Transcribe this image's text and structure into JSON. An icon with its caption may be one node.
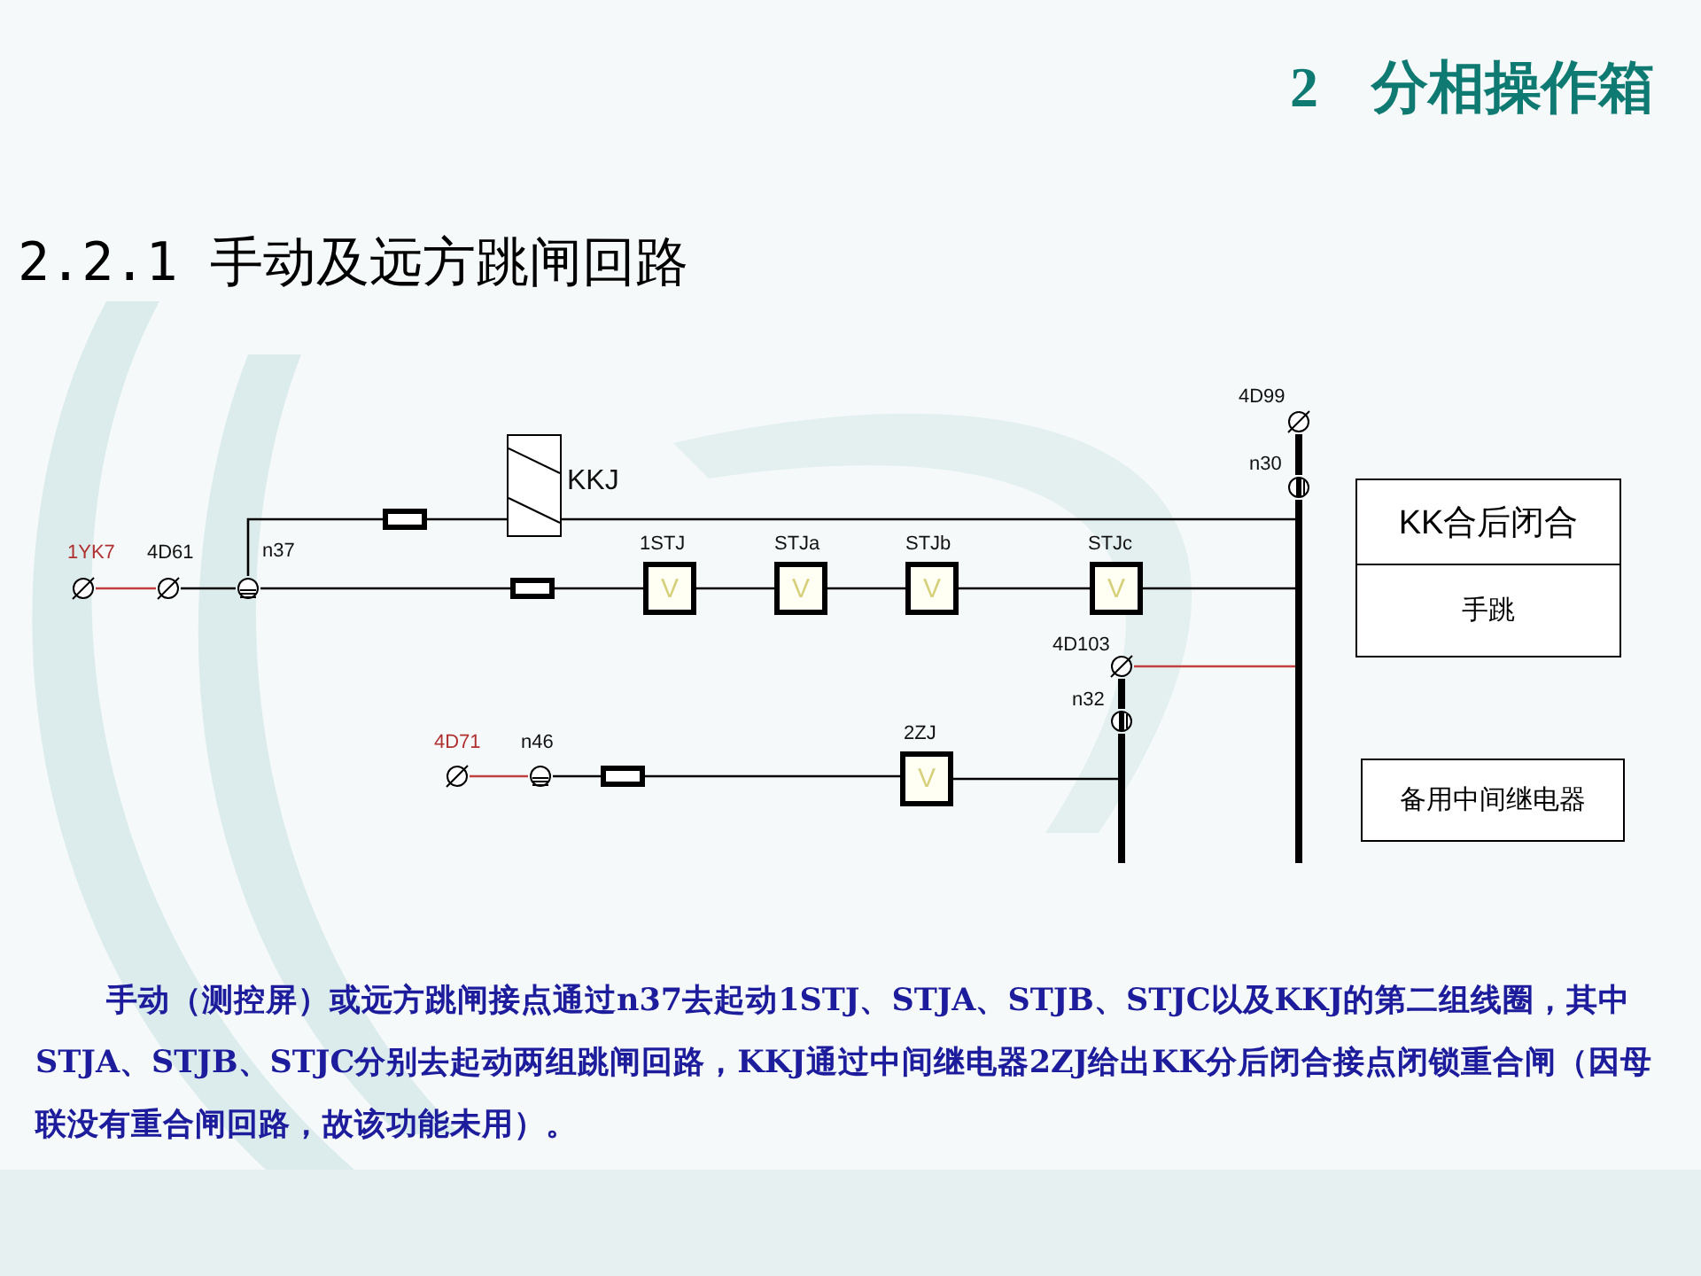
{
  "diagram": {
    "title": "2 分相操作箱",
    "caption": "手动（测控屏）或远方跳闸接点通过n37去起动1STJ、STJA、STJB、STJC以及KKJ的第二组线圈，其中STJA、STJB、STJC分别去起动两组跳闸回路，KKJ通过中间继电器2ZJ给出KK分后闭合接点闭锁重合闸（因母联没有重合闸回路，故该功能未用）。",
    "nodes": [
      {
        "text": [],
        "shape": "circle",
        "beside": [
          "1YK7"
        ]
      },
      {
        "text": [],
        "shape": "circle",
        "beside": [
          "4D61"
        ]
      },
      {
        "text": [],
        "shape": "circle",
        "beside": [
          "n37"
        ]
      },
      {
        "text": [],
        "shape": "box"
      },
      {
        "text": [],
        "shape": "box",
        "beside": [
          "KKJ"
        ]
      },
      {
        "text": [],
        "shape": "box"
      },
      {
        "text": [
          "V"
        ],
        "beside": [
          "1STJ"
        ]
      },
      {
        "text": [
          "V"
        ],
        "beside": [
          "STJa"
        ]
      },
      {
        "text": [
          "V"
        ],
        "beside": [
          "STJb"
        ]
      },
      {
        "text": [
          "V"
        ],
        "beside": [
          "STJc"
        ]
      },
      {
        "text": [],
        "shape": "bar"
      },
      {
        "text": [],
        "shape": "circle",
        "beside": [
          "4D99"
        ]
      },
      {
        "text": [],
        "shape": "circle",
        "beside": [
          "n30"
        ]
      },
      {
        "text": [],
        "shape": "circle",
        "beside": [
          "4D103"
        ]
      },
      {
        "text": [],
        "shape": "circle",
        "beside": [
          "n32"
        ]
      },
      {
        "text": [],
        "shape": "bar"
      },
      {
        "text": [],
        "shape": "circle",
        "beside": [
          "4D71"
        ]
      },
      {
        "text": [],
        "shape": "circle",
        "beside": [
          "n46"
        ]
      },
      {
        "text": [],
        "shape": "box"
      },
      {
        "text": [
          "V"
        ],
        "beside": [
          "2ZJ"
        ]
      },
      {
        "text": [
          "KK合后闭合"
        ]
      },
      {
        "text": [
          "手跳"
        ]
      },
      {
        "text": [
          "备用中间继电器"
        ]
      }
    ],
    "edges": [
      {
        "from": 0,
        "to": 1,
        "arrow": "none",
        "color": "#c04040"
      },
      {
        "from": 1,
        "to": 2,
        "arrow": "none"
      },
      {
        "from": 2,
        "to": 3,
        "arrow": "none"
      },
      {
        "from": 3,
        "to": 4,
        "arrow": "none"
      },
      {
        "from": 4,
        "to": 10,
        "arrow": "none"
      },
      {
        "from": 2,
        "to": 5,
        "arrow": "none"
      },
      {
        "from": 5,
        "to": 6,
        "arrow": "none"
      },
      {
        "from": 6,
        "to": 7,
        "arrow": "none"
      },
      {
        "from": 7,
        "to": 8,
        "arrow": "none"
      },
      {
        "from": 8,
        "to": 9,
        "arrow": "none"
      },
      {
        "from": 9,
        "to": 10,
        "arrow": "none"
      },
      {
        "from": 11,
        "to": 12,
        "arrow": "none",
        "style": "thick"
      },
      {
        "from": 12,
        "to": 10,
        "arrow": "none",
        "style": "thick"
      },
      {
        "from": 13,
        "to": 10,
        "arrow": "none",
        "color": "#c04040"
      },
      {
        "from": 13,
        "to": 14,
        "arrow": "none",
        "style": "thick"
      },
      {
        "from": 14,
        "to": 15,
        "arrow": "none",
        "style": "thick"
      },
      {
        "from": 16,
        "to": 17,
        "arrow": "none",
        "color": "#c04040"
      },
      {
        "from": 17,
        "to": 18,
        "arrow": "none"
      },
      {
        "from": 18,
        "to": 19,
        "arrow": "none"
      },
      {
        "from": 19,
        "to": 15,
        "arrow": "none"
      }
    ],
    "labels": [
      "2.2.1 手动及远方跳闸回路"
    ]
  }
}
